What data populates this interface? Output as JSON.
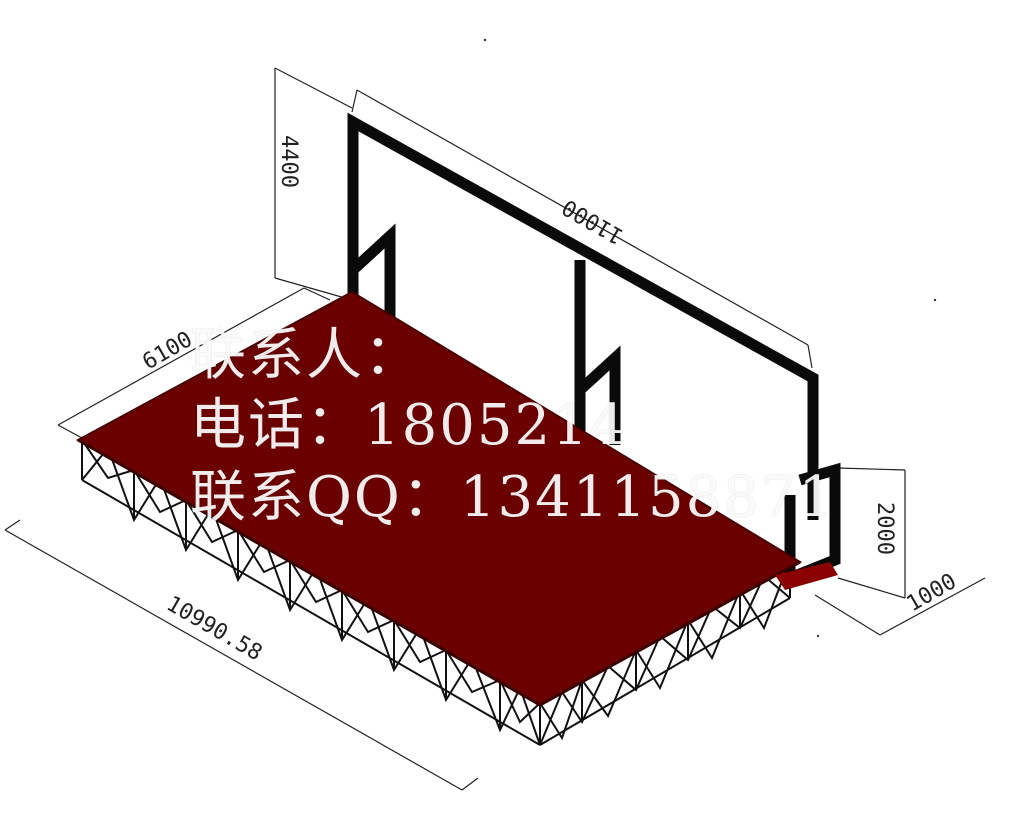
{
  "dimensions": {
    "frame_height": "4400",
    "frame_width": "11000",
    "stage_depth": "6100",
    "stage_length": "10990.58",
    "side_height": "2000",
    "side_offset": "1000"
  },
  "watermark": {
    "contact_line": "联系人：",
    "phone_line": "电话：1805214",
    "qq_line": "联系QQ：1341158871"
  },
  "colors": {
    "stage_top": "#6b0000",
    "stage_edge": "#4a0000",
    "frame": "#0a0a0a",
    "dimension": "#222222"
  }
}
